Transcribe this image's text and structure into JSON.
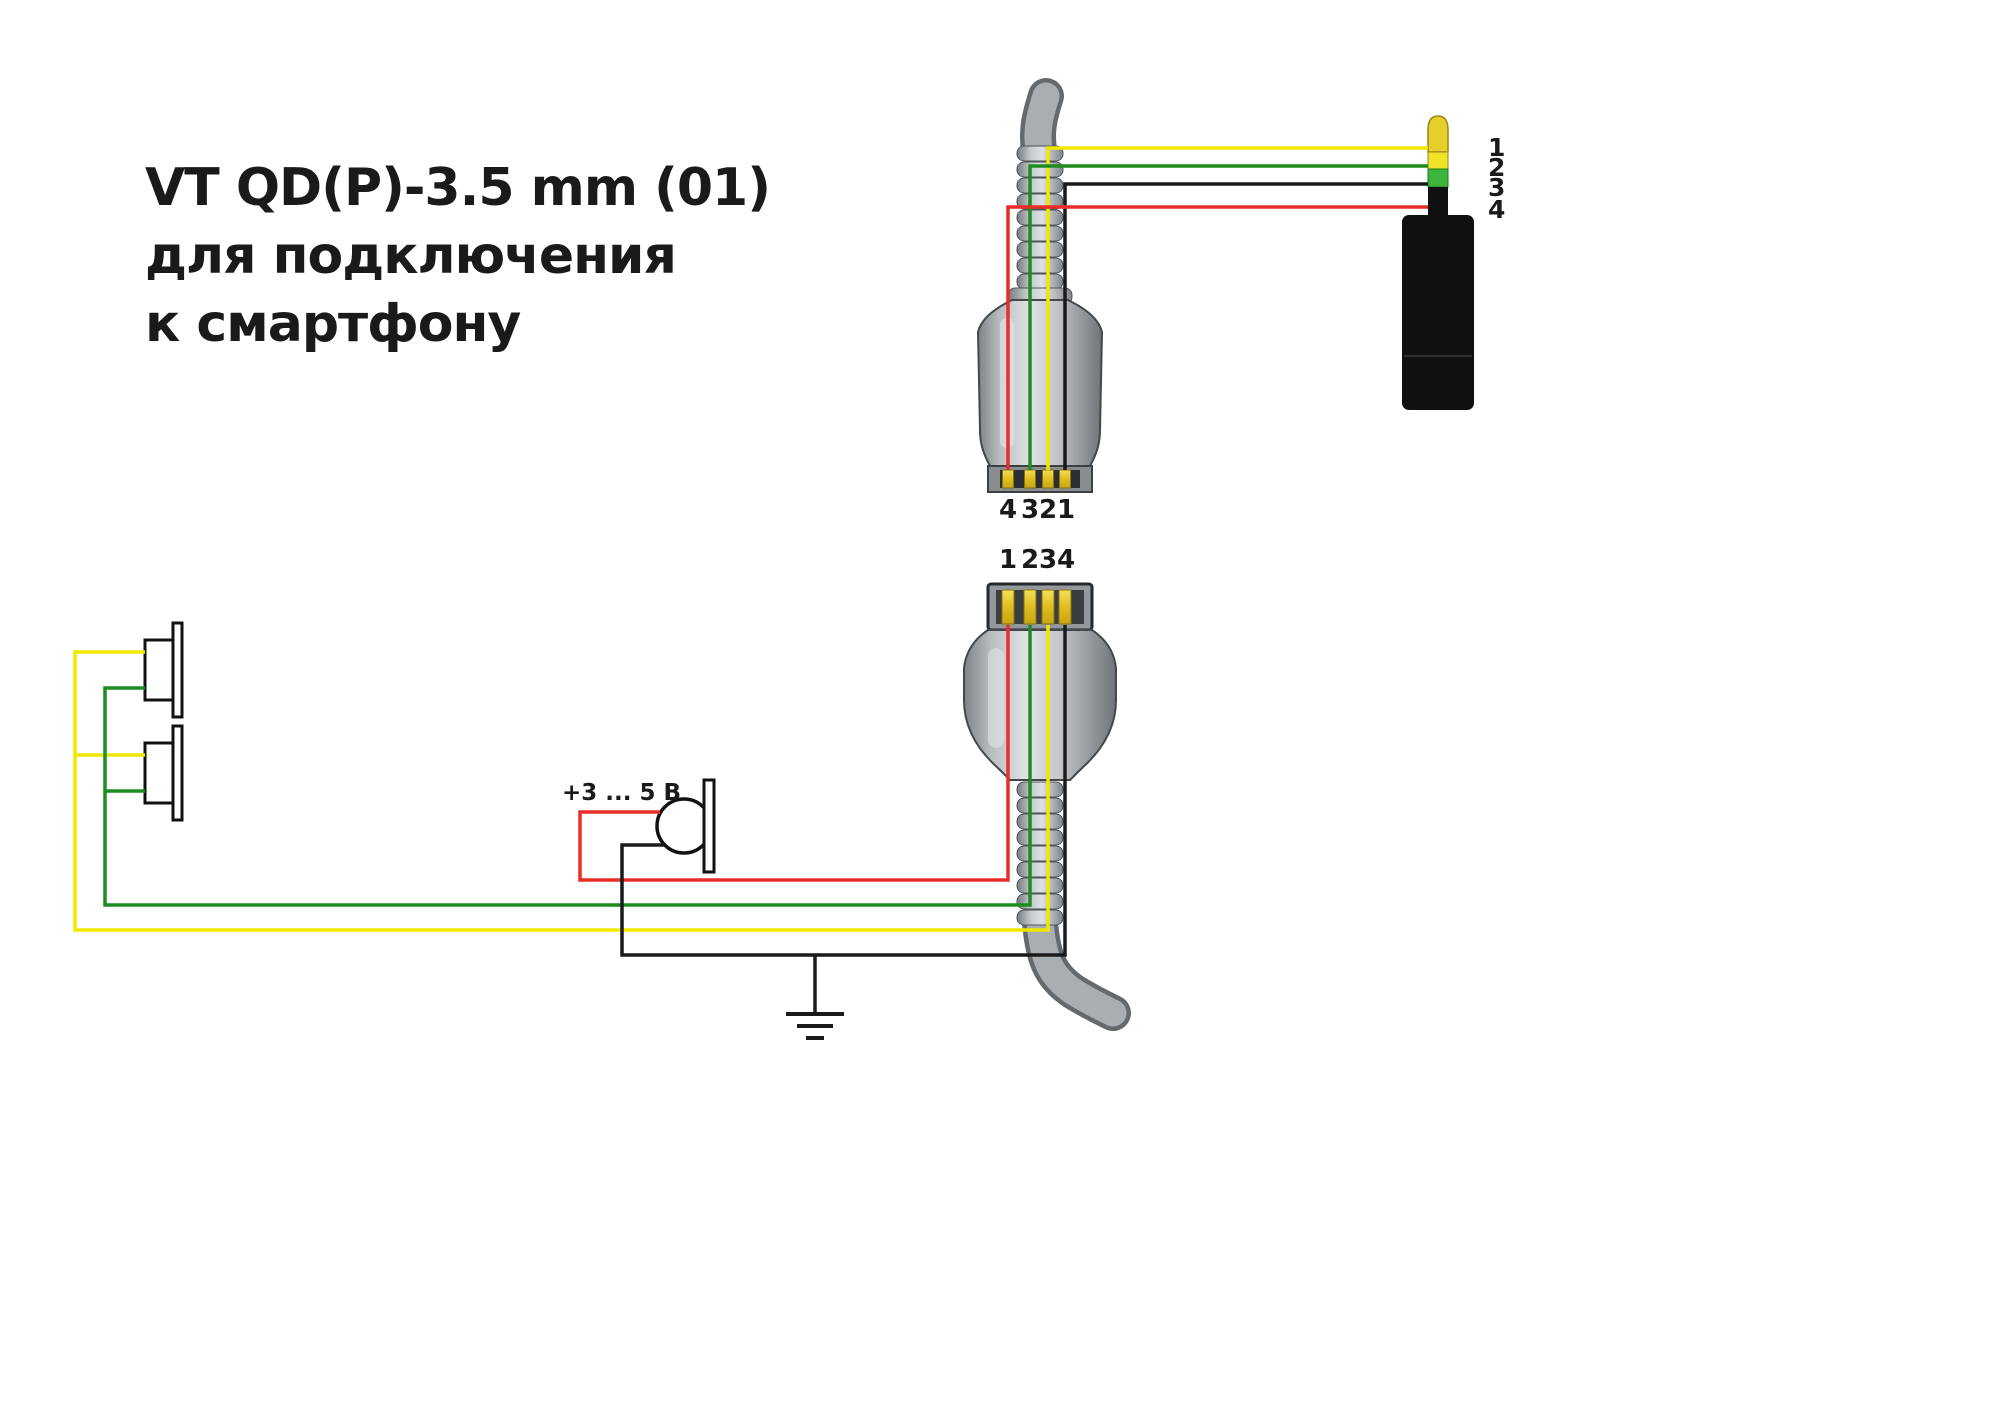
{
  "title": {
    "line1": "VT QD(P)-3.5 mm (01)",
    "line2": "для подключения",
    "line3": "к смартфону"
  },
  "top_connector": {
    "pin_digits": [
      "4",
      "3",
      "2",
      "1"
    ]
  },
  "bottom_connector": {
    "pin_digits": [
      "1",
      "2",
      "3",
      "4"
    ]
  },
  "jack": {
    "pin_labels": [
      "1",
      "2",
      "3",
      "4"
    ]
  },
  "microphone": {
    "voltage_label": "+3 ... 5 В"
  },
  "colors": {
    "wire_yellow": "#f0e800",
    "wire_green": "#1f8c1f",
    "wire_red": "#e82e28",
    "wire_black": "#1a1a1a",
    "jack_tip_gold": "#e7cf2b",
    "jack_band_yellow": "#f0e32a",
    "jack_band_green": "#3db53d",
    "jack_body_black": "#101010",
    "pin_gold": "#e3c22e",
    "text": "#1a1a1a"
  }
}
